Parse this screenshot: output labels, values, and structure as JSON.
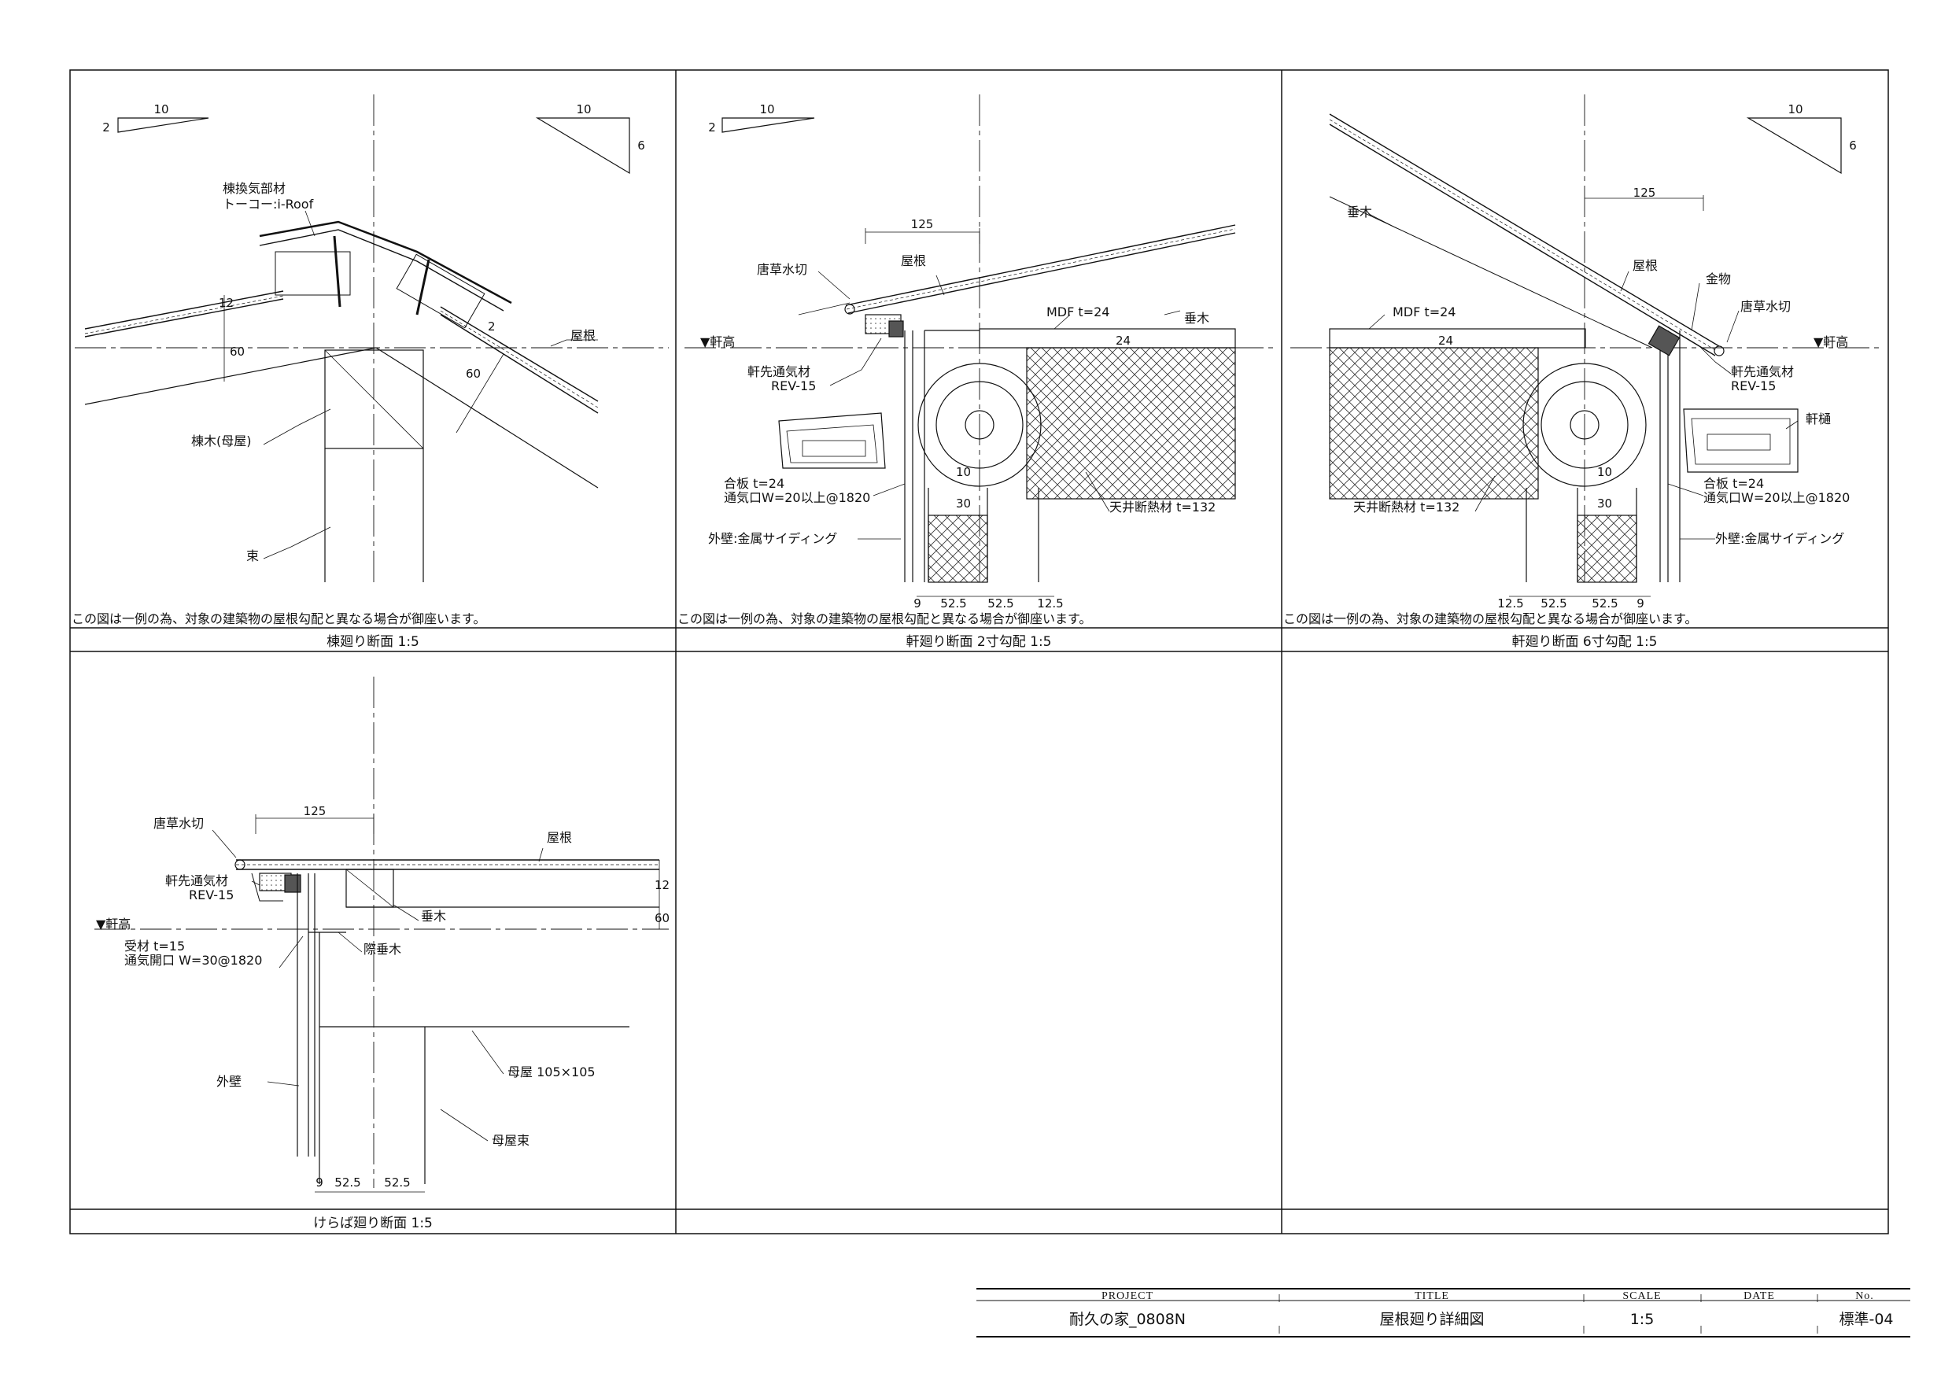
{
  "panels": [
    {
      "caption": "棟廻り断面  1:5",
      "note": "この図は一例の為、対象の建築物の屋根勾配と異なる場合が御座います。",
      "slope_left": {
        "run": "10",
        "rise": "2"
      },
      "slope_right": {
        "run": "10",
        "rise": "6"
      },
      "labels": {
        "vent_part": "棟換気部材",
        "vent_product": "トーコー:i-Roof",
        "roof": "屋根",
        "ridge_beam": "棟木(母屋)",
        "strut": "束"
      },
      "dims": {
        "d12": "12",
        "d60a": "60",
        "d60b": "60",
        "d2": "2"
      }
    },
    {
      "caption": "軒廻り断面 2寸勾配 1:5",
      "note": "この図は一例の為、対象の建築物の屋根勾配と異なる場合が御座います。",
      "slope": {
        "run": "10",
        "rise": "2"
      },
      "labels": {
        "karakusa": "唐草水切",
        "roof": "屋根",
        "mdf": "MDF t=24",
        "rafter": "垂木",
        "eave_height": "▼軒高",
        "vent1": "軒先通気材",
        "vent2": "REV-15",
        "plywood": "合板 t=24",
        "vent_opening": "通気口W=20以上@1820",
        "wall": "外壁:金属サイディング",
        "insulation": "天井断熱材 t=132"
      },
      "dims": {
        "d125": "125",
        "d24": "24",
        "d10": "10",
        "d30": "30",
        "b1": "9",
        "b2": "52.5",
        "b3": "52.5",
        "b4": "12.5"
      }
    },
    {
      "caption": "軒廻り断面 6寸勾配 1:5",
      "note": "この図は一例の為、対象の建築物の屋根勾配と異なる場合が御座います。",
      "slope": {
        "run": "10",
        "rise": "6"
      },
      "labels": {
        "rafter": "垂木",
        "roof": "屋根",
        "fitting": "金物",
        "karakusa": "唐草水切",
        "mdf": "MDF t=24",
        "eave_height": "▼軒高",
        "vent1": "軒先通気材",
        "vent2": "REV-15",
        "gutter": "軒樋",
        "plywood": "合板 t=24",
        "vent_opening": "通気口W=20以上@1820",
        "insulation": "天井断熱材 t=132",
        "wall": "外壁:金属サイディング"
      },
      "dims": {
        "d125": "125",
        "d24": "24",
        "d10": "10",
        "d30": "30",
        "b1": "12.5",
        "b2": "52.5",
        "b3": "52.5",
        "b4": "9"
      }
    },
    {
      "caption": "けらば廻り断面 1:5",
      "labels": {
        "karakusa": "唐草水切",
        "roof": "屋根",
        "vent1": "軒先通気材",
        "vent2": "REV-15",
        "rafter": "垂木",
        "eave_height": "▼軒高",
        "receiver": "受材 t=15",
        "vent_opening": "通気開口 W=30@1820",
        "edge_rafter": "際垂木",
        "wall": "外壁",
        "purlin": "母屋 105×105",
        "purlin_strut": "母屋束"
      },
      "dims": {
        "d125": "125",
        "d12": "12",
        "d60": "60",
        "b1": "9",
        "b2": "52.5",
        "b3": "52.5"
      }
    },
    {
      "caption": ""
    },
    {
      "caption": ""
    }
  ],
  "title_block": {
    "headers": {
      "project": "PROJECT",
      "title": "TITLE",
      "scale": "SCALE",
      "date": "DATE",
      "no": "No."
    },
    "values": {
      "project": "耐久の家_0808N",
      "title": "屋根廻り詳細図",
      "scale": "1:5",
      "date": "",
      "no": "標準-04"
    }
  }
}
